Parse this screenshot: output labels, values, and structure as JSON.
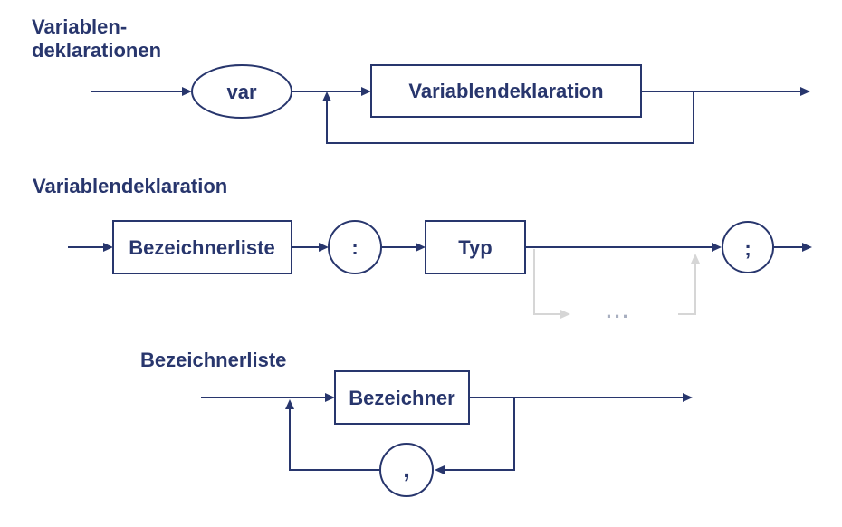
{
  "colors": {
    "ink": "#28366d",
    "muted": "#d6d6d6",
    "dots": "#a8afc0",
    "bg": "#ffffff"
  },
  "diagrams": [
    {
      "id": "variablendeklarationen",
      "title_line1": "Variablen-",
      "title_line2": "deklarationen",
      "nodes": {
        "var_terminal": "var",
        "variablendeklaration_box": "Variablendeklaration"
      }
    },
    {
      "id": "variablendeklaration",
      "title": "Variablendeklaration",
      "nodes": {
        "bezeichnerliste_box": "Bezeichnerliste",
        "colon_terminal": ":",
        "typ_box": "Typ",
        "ellipsis": "...",
        "semicolon_terminal": ";"
      }
    },
    {
      "id": "bezeichnerliste",
      "title": "Bezeichnerliste",
      "nodes": {
        "bezeichner_box": "Bezeichner",
        "comma_terminal": ","
      }
    }
  ]
}
